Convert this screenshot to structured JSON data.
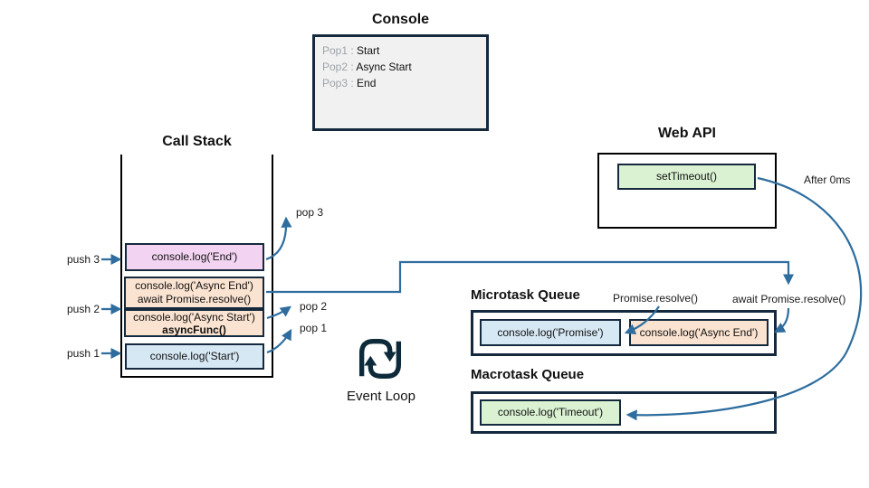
{
  "console": {
    "title": "Console",
    "entries": [
      {
        "label": "Pop1 :",
        "value": "Start"
      },
      {
        "label": "Pop2 :",
        "value": "Async Start"
      },
      {
        "label": "Pop3 :",
        "value": "End"
      }
    ]
  },
  "call_stack": {
    "title": "Call Stack",
    "push_labels": [
      "push 1",
      "push 2",
      "push 3"
    ],
    "pop_labels": [
      "pop 1",
      "pop 2",
      "pop 3"
    ],
    "frames": {
      "end": "console.log('End')",
      "async_end_line1": "console.log('Async End')",
      "async_end_line2": "await Promise.resolve()",
      "async_start_line1": "console.log('Async Start')",
      "async_start_line2": "asyncFunc()",
      "start": "console.log('Start')"
    }
  },
  "web_api": {
    "title": "Web API",
    "task": "setTimeout()",
    "annotation": "After 0ms"
  },
  "microtask_queue": {
    "title": "Microtask Queue",
    "annotation_promise": "Promise.resolve()",
    "annotation_await": "await Promise.resolve()",
    "items": [
      "console.log('Promise')",
      "console.log('Async End')"
    ]
  },
  "macrotask_queue": {
    "title": "Macrotask Queue",
    "items": [
      "console.log('Timeout')"
    ]
  },
  "event_loop": {
    "label": "Event Loop"
  },
  "colors": {
    "arrow": "#2e6d9e",
    "box_border": "#14293d",
    "frame_purple": "#f2d3f1",
    "frame_peach": "#fbe3d1",
    "frame_blue": "#d7e8f5",
    "frame_green": "#daf2d2",
    "console_bg": "#f1f1f1",
    "event_loop_icon": "#0d2a3a"
  }
}
